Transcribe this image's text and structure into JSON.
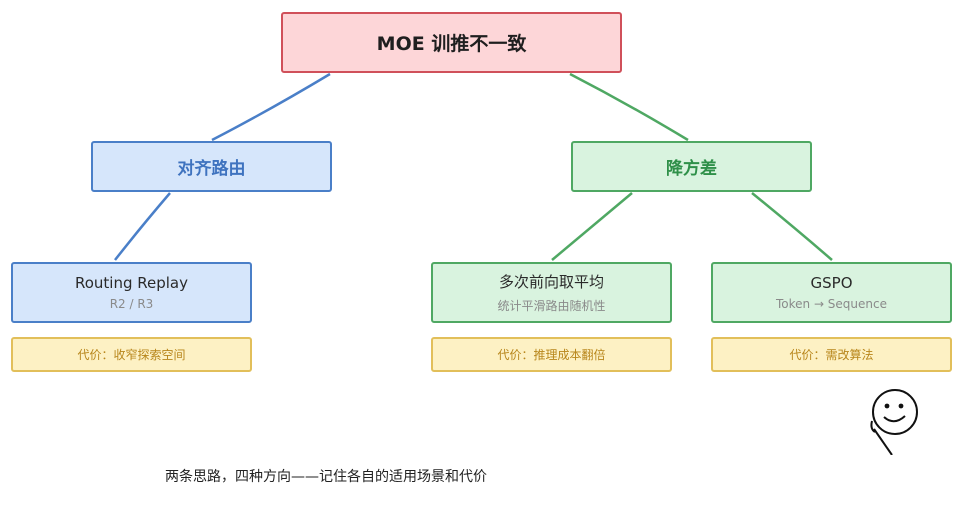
{
  "root": {
    "label": "MOE 训推不一致"
  },
  "branches": {
    "align": {
      "label": "对齐路由"
    },
    "variance": {
      "label": "降方差"
    }
  },
  "leaves": [
    {
      "label": "Routing Replay",
      "sub": "R2 / R3",
      "cost": "代价：收窄探索空间"
    },
    {
      "label": "多次前向取平均",
      "sub": "统计平滑路由随机性",
      "cost": "代价：推理成本翻倍"
    },
    {
      "label": "GSPO",
      "sub": "Token → Sequence",
      "cost": "代价：需改算法"
    }
  ],
  "caption": "两条思路，四种方向——记住各自的适用场景和代价",
  "colors": {
    "root_border": "#d0505a",
    "blue_accent": "#4a7fc8",
    "green_accent": "#4fa863",
    "cost_border": "#e2bf5a"
  },
  "icons": [
    "smiley-face-icon"
  ]
}
